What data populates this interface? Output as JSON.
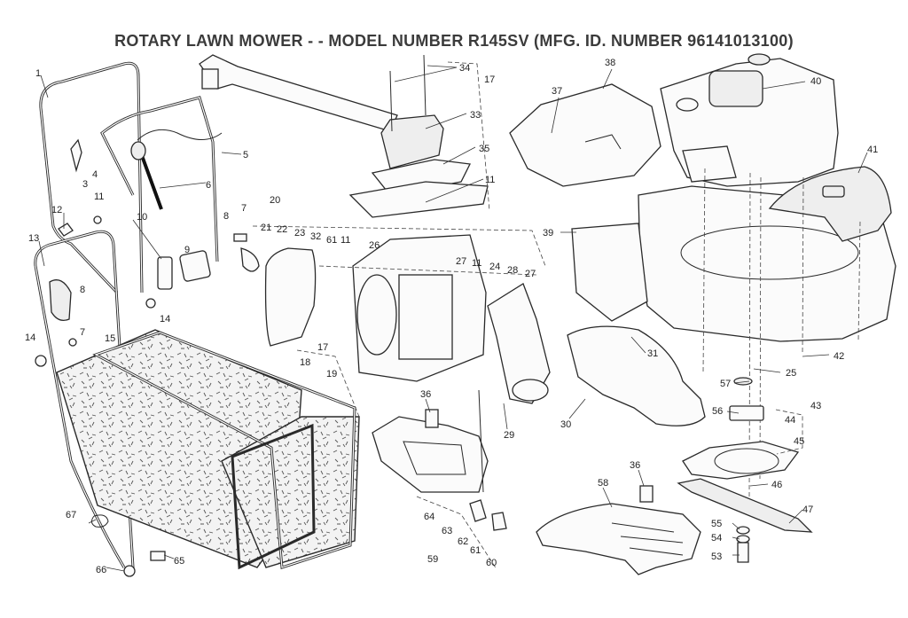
{
  "title": "ROTARY LAWN MOWER - - MODEL NUMBER  R145SV  (MFG. ID. NUMBER 96141013100)",
  "callouts": {
    "c1": "1",
    "c3": "3",
    "c4": "4",
    "c5": "5",
    "c6": "6",
    "c7a": "7",
    "c7b": "7",
    "c8a": "8",
    "c8b": "8",
    "c9": "9",
    "c10": "10",
    "c11a": "11",
    "c11b": "11",
    "c11c": "11",
    "c11d": "11",
    "c12": "12",
    "c13": "13",
    "c14a": "14",
    "c14b": "14",
    "c15": "15",
    "c17a": "17",
    "c17b": "17",
    "c18": "18",
    "c19": "19",
    "c20": "20",
    "c21": "21",
    "c22": "22",
    "c23": "23",
    "c24": "24",
    "c25": "25",
    "c26": "26",
    "c27a": "27",
    "c27b": "27",
    "c28": "28",
    "c29": "29",
    "c30": "30",
    "c31": "31",
    "c32": "32",
    "c33": "33",
    "c34": "34",
    "c35": "35",
    "c36a": "36",
    "c36b": "36",
    "c37": "37",
    "c38": "38",
    "c39": "39",
    "c40": "40",
    "c41": "41",
    "c42": "42",
    "c43": "43",
    "c44": "44",
    "c45": "45",
    "c46": "46",
    "c47": "47",
    "c53": "53",
    "c54": "54",
    "c55": "55",
    "c56": "56",
    "c57": "57",
    "c58": "58",
    "c59": "59",
    "c60": "60",
    "c61a": "61",
    "c61b": "61",
    "c62": "62",
    "c63": "63",
    "c64": "64",
    "c65": "65",
    "c66": "66",
    "c67": "67"
  }
}
